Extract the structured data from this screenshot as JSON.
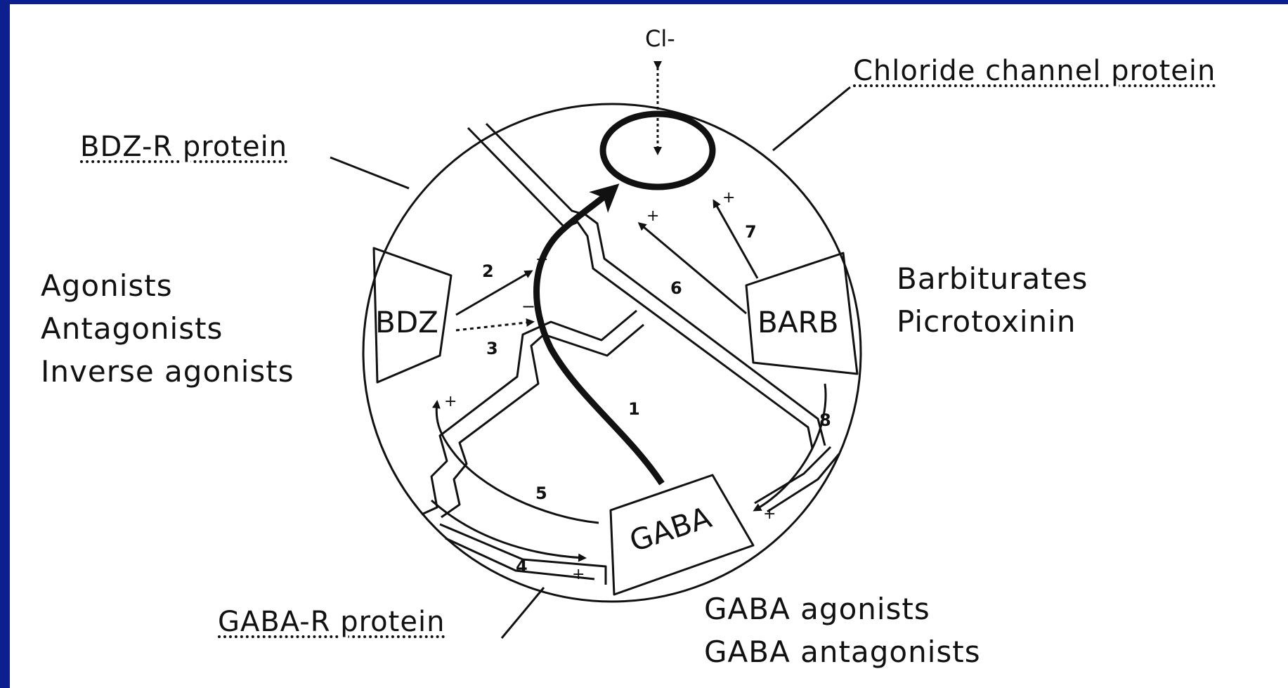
{
  "labels": {
    "chloride_channel": "Chloride channel protein",
    "bdz_r": "BDZ-R protein",
    "gaba_r": "GABA-R protein",
    "ion": "Cl-"
  },
  "sites": {
    "bdz": "BDZ",
    "barb": "BARB",
    "gaba": "GABA"
  },
  "left_list": [
    "Agonists",
    "Antagonists",
    "Inverse agonists"
  ],
  "right_list": [
    "Barbiturates",
    "Picrotoxinin"
  ],
  "bottom_list": [
    "GABA agonists",
    "GABA antagonists"
  ],
  "pathway_numbers": [
    "1",
    "2",
    "3",
    "4",
    "5",
    "6",
    "7",
    "8"
  ],
  "colors": {
    "background": "#0d1f8f",
    "panel": "#ffffff",
    "ink": "#111111"
  }
}
